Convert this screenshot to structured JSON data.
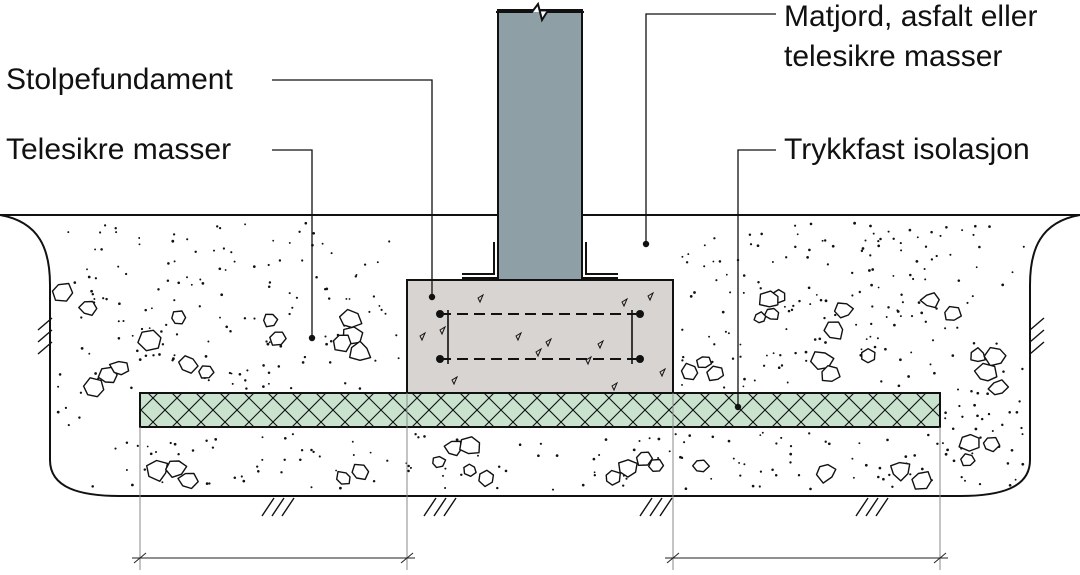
{
  "labels": {
    "stolpefundament": "Stolpefundament",
    "telesikre_masser": "Telesikre masser",
    "matjord_line1": "Matjord, asfalt eller",
    "matjord_line2": "telesikre masser",
    "trykkfast": "Trykkfast isolasjon"
  },
  "colors": {
    "post": "#8e9fa6",
    "foundation": "#d8d4d1",
    "insulation": "#c9e3cf",
    "soil": "#ffffff",
    "line": "#111111"
  }
}
